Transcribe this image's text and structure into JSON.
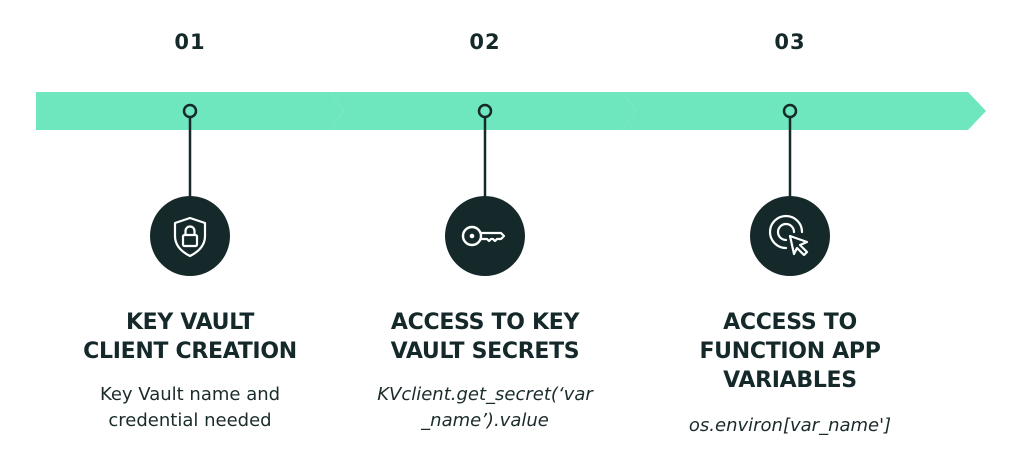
{
  "colors": {
    "arrow": "#6ee6be",
    "dark": "#15292a",
    "background": "#ffffff"
  },
  "steps": [
    {
      "number": "01",
      "icon": "shield-lock-icon",
      "title_lines": [
        "KEY VAULT",
        "CLIENT CREATION"
      ],
      "desc_lines": [
        "Key Vault name and",
        "credential needed"
      ]
    },
    {
      "number": "02",
      "icon": "key-icon",
      "title_lines": [
        "ACCESS TO KEY",
        "VAULT SECRETS"
      ],
      "desc_lines": [
        "KVclient.get_secret(‘var",
        "_name’).value"
      ]
    },
    {
      "number": "03",
      "icon": "cursor-click-icon",
      "title_lines": [
        "ACCESS TO",
        "FUNCTION APP",
        "VARIABLES"
      ],
      "desc_lines": [
        "os.environ[var_name']"
      ]
    }
  ]
}
